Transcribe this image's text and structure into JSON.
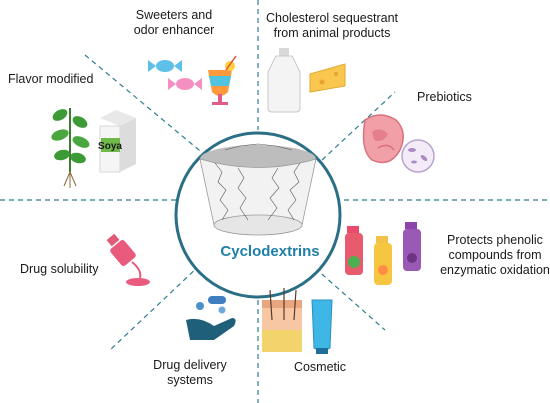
{
  "center": {
    "title": "Cyclodextrins"
  },
  "labels": {
    "sweeteners": [
      "Sweeters and",
      "odor enhancer"
    ],
    "cholesterol": [
      "Cholesterol sequestrant",
      "from animal products"
    ],
    "flavor": [
      "Flavor modified"
    ],
    "prebiotics": [
      "Prebiotics"
    ],
    "phenolic": [
      "Protects phenolic",
      "compounds from",
      "enzymatic oxidation"
    ],
    "solubility": [
      "Drug solubility"
    ],
    "delivery": [
      "Drug delivery",
      "systems"
    ],
    "cosmetic": [
      "Cosmetic"
    ]
  },
  "package_text": "Soya",
  "colors": {
    "circle_stroke": "#2b6f86",
    "center_title": "#1f7fa6",
    "dashes": "#2f7d8f"
  }
}
